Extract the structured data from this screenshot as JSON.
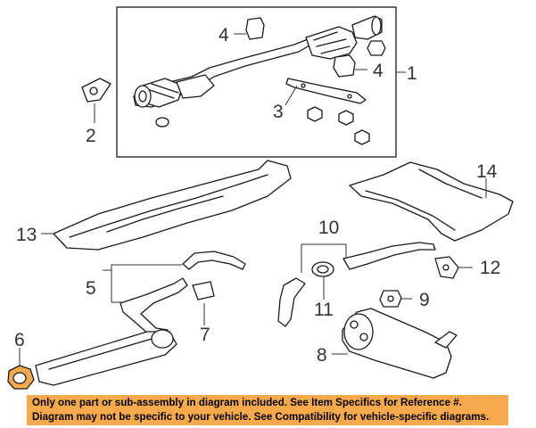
{
  "colors": {
    "banner_background": "#f5a94a",
    "line": "#1a1a1a",
    "callout_text": "#333333",
    "gasket_fill": "#f5a94a"
  },
  "callouts": {
    "c1": "1",
    "c2": "2",
    "c3": "3",
    "c4a": "4",
    "c4b": "4",
    "c5": "5",
    "c6": "6",
    "c7": "7",
    "c8": "8",
    "c9": "9",
    "c10": "10",
    "c11": "11",
    "c12": "12",
    "c13": "13",
    "c14": "14"
  },
  "notice": {
    "line1": "Only one part or sub-assembly in diagram included. See Item Specifics for Reference #.",
    "line2": "Diagram may not be specific to your vehicle. See Compatibility for vehicle-specific diagrams."
  }
}
